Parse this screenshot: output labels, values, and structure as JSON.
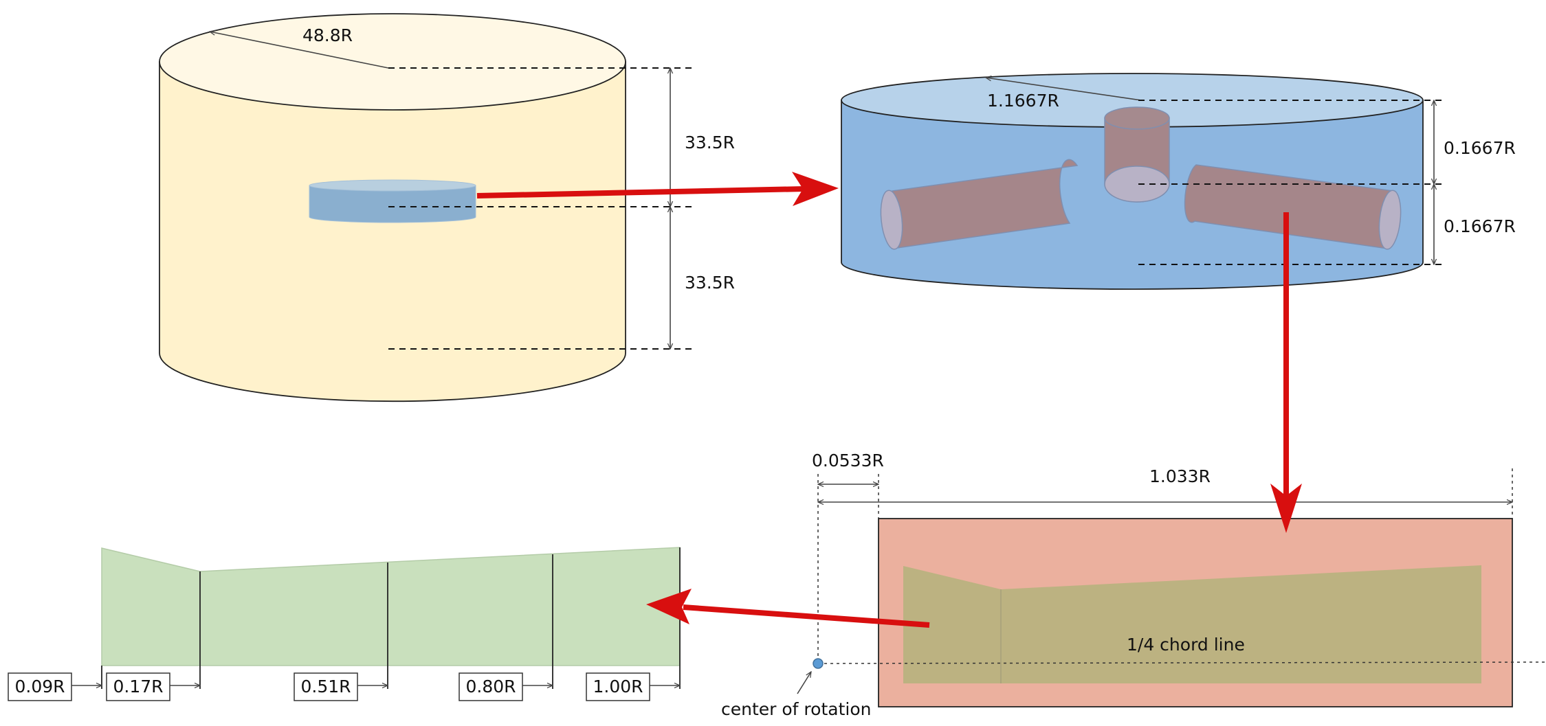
{
  "domain_cylinder": {
    "radius_label": "48.8R",
    "upper_height_label": "33.5R",
    "lower_height_label": "33.5R",
    "fill_color": "#fff2cc"
  },
  "rotor_zone": {
    "radius_label": "1.1667R",
    "upper_height_label": "0.1667R",
    "lower_height_label": "0.1667R",
    "fill_color": "#8db6e0",
    "blade_color": "#a5868a"
  },
  "blade_planform": {
    "tip_span_label": "1.033R",
    "hinge_offset_label": "0.0533R",
    "quarter_chord_label": "1/4 chord line",
    "rotation_center_label": "center of rotation",
    "background_color": "#ebb09e",
    "blade_color": "#bcb281"
  },
  "blade_sections": {
    "fill_color": "#c9e0bd",
    "station_labels": [
      "0.09R",
      "0.17R",
      "0.51R",
      "0.80R",
      "1.00R"
    ]
  },
  "arrow_color": "#d80f0f"
}
